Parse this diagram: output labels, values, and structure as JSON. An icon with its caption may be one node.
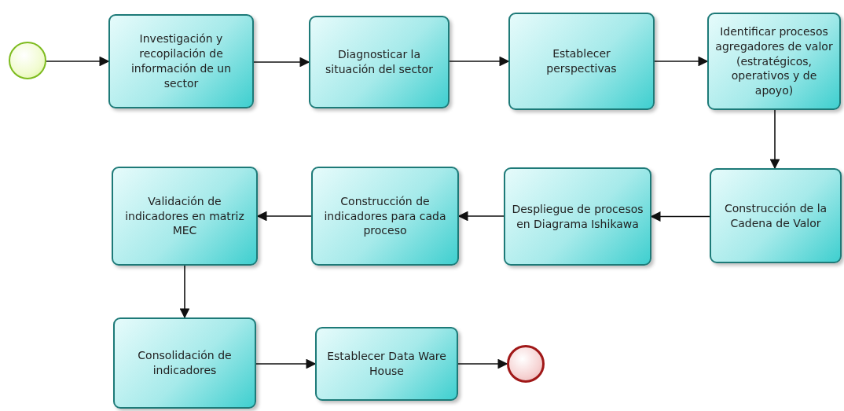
{
  "diagram": {
    "nodes": [
      {
        "text": [],
        "shape": "circle"
      },
      {
        "text": [
          "Investigación y recopilación de información de un sector"
        ]
      },
      {
        "text": [
          "Diagnosticar la situación del sector"
        ]
      },
      {
        "text": [
          "Establecer perspectivas"
        ]
      },
      {
        "text": [
          "Identificar procesos agregadores de valor (estratégicos, operativos y de apoyo)"
        ]
      },
      {
        "text": [
          "Construcción de la Cadena de Valor"
        ]
      },
      {
        "text": [
          "Despliegue de procesos en Diagrama Ishikawa"
        ]
      },
      {
        "text": [
          "Construcción de indicadores para cada proceso"
        ]
      },
      {
        "text": [
          "Validación de indicadores en matriz MEC"
        ]
      },
      {
        "text": [
          "Consolidación de indicadores"
        ]
      },
      {
        "text": [
          "Establecer Data Ware House"
        ]
      },
      {
        "text": [],
        "shape": "circle"
      }
    ],
    "edges": [
      {
        "from": 0,
        "to": 1,
        "arrow": "to"
      },
      {
        "from": 1,
        "to": 2,
        "arrow": "to"
      },
      {
        "from": 2,
        "to": 3,
        "arrow": "to"
      },
      {
        "from": 3,
        "to": 4,
        "arrow": "to"
      },
      {
        "from": 4,
        "to": 5,
        "arrow": "to"
      },
      {
        "from": 5,
        "to": 6,
        "arrow": "to"
      },
      {
        "from": 6,
        "to": 7,
        "arrow": "to"
      },
      {
        "from": 7,
        "to": 8,
        "arrow": "to"
      },
      {
        "from": 8,
        "to": 9,
        "arrow": "to"
      },
      {
        "from": 9,
        "to": 10,
        "arrow": "to"
      },
      {
        "from": 10,
        "to": 11,
        "arrow": "to"
      }
    ]
  }
}
